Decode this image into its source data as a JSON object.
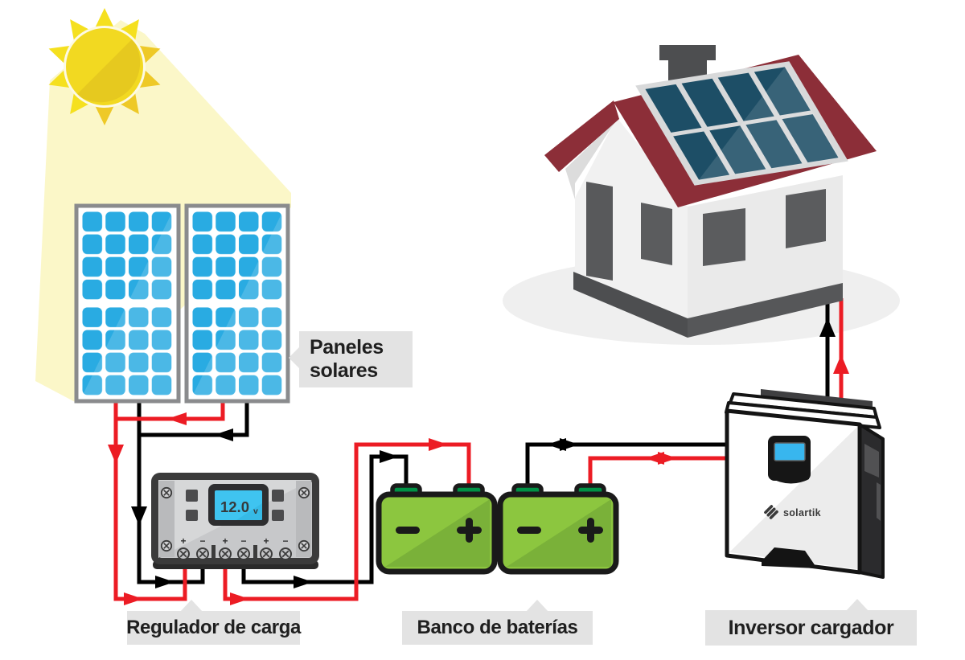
{
  "diagram": {
    "type": "solar-offgrid-system-diagram",
    "labels": {
      "panels_line1": "Paneles",
      "panels_line2": "solares",
      "regulator": "Regulador de carga",
      "batteries": "Banco de baterías",
      "inverter": "Inversor cargador"
    },
    "regulator": {
      "display_value": "12.0",
      "display_unit": "v",
      "terminals": [
        "+",
        "−",
        "+",
        "−",
        "+",
        "−"
      ]
    },
    "batteries": {
      "minus_symbol": "−",
      "plus_symbol": "+"
    },
    "inverter": {
      "brand": "solartik"
    },
    "colors": {
      "wire_positive": "#EC1C24",
      "wire_negative": "#000000",
      "panel_cell": "#29ABE2",
      "battery_body": "#8CC63F",
      "battery_terminal": "#009245",
      "battery_outline": "#1A1A1A",
      "roof": "#8C2E38",
      "roof_panel_cell": "#1D4E66",
      "sun_core": "#F2D921",
      "sun_beam": "#FBF7C8",
      "regulator_screen": "#3FC4F0",
      "inverter_screen": "#38B6EE",
      "label_background": "#E3E3E3",
      "label_text": "#1F1F1F"
    }
  }
}
